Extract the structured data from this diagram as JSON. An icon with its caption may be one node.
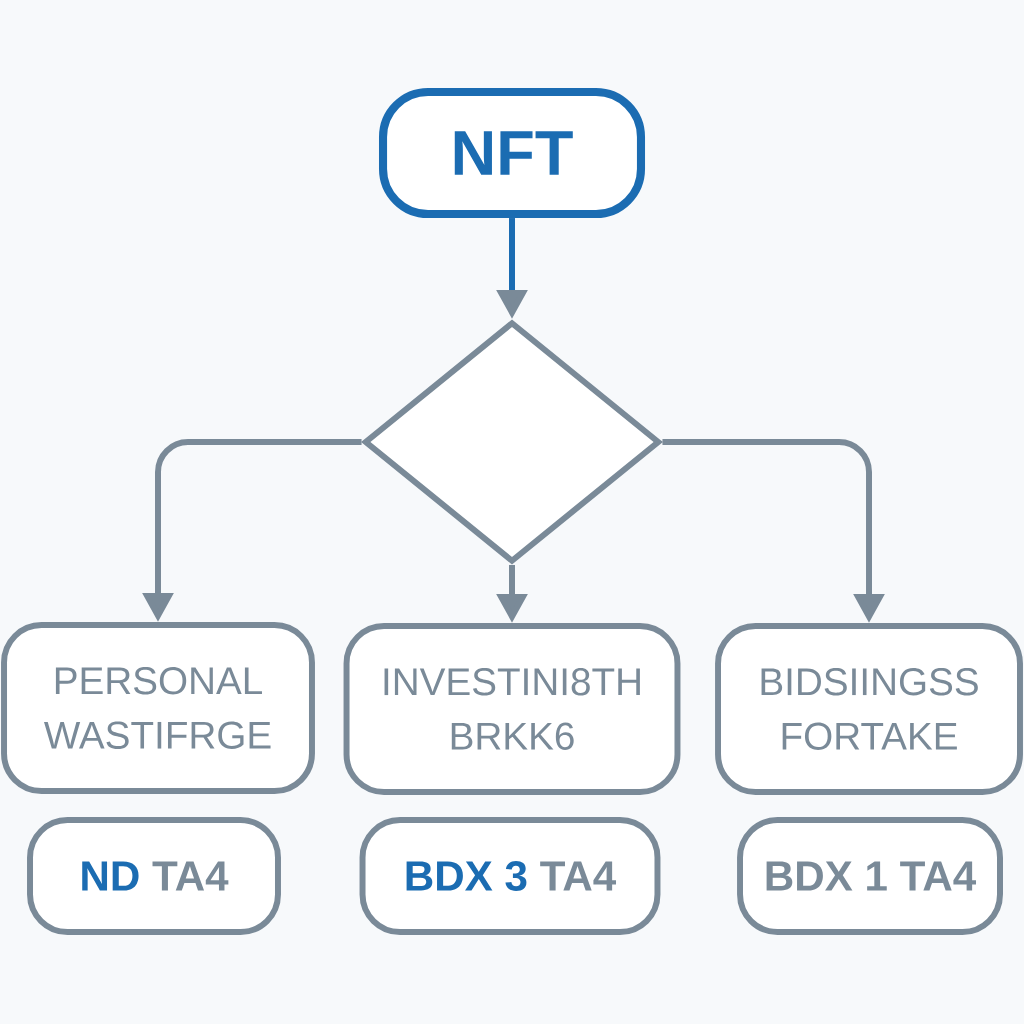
{
  "diagram": {
    "nodes": [
      {
        "text": [
          "NFT"
        ]
      },
      {
        "text": [],
        "shape": "diamond"
      },
      {
        "text": [
          "PERSONAL WASTIFRGE"
        ]
      },
      {
        "text": [
          "INVESTINI8TH BRKK6"
        ]
      },
      {
        "text": [
          "BIDSIINGSS FORTAKE"
        ]
      },
      {
        "text": [
          "ND",
          "TA4"
        ]
      },
      {
        "text": [
          "BDX 3",
          "TA4"
        ]
      },
      {
        "text": [
          "BDX 1 TA4"
        ]
      }
    ],
    "edges": [
      {
        "from": 0,
        "to": 1,
        "arrow": "to",
        "color": "#1b6cb2"
      },
      {
        "from": 1,
        "to": 2,
        "arrow": "to"
      },
      {
        "from": 1,
        "to": 3,
        "arrow": "to"
      },
      {
        "from": 1,
        "to": 4,
        "arrow": "to"
      }
    ]
  }
}
